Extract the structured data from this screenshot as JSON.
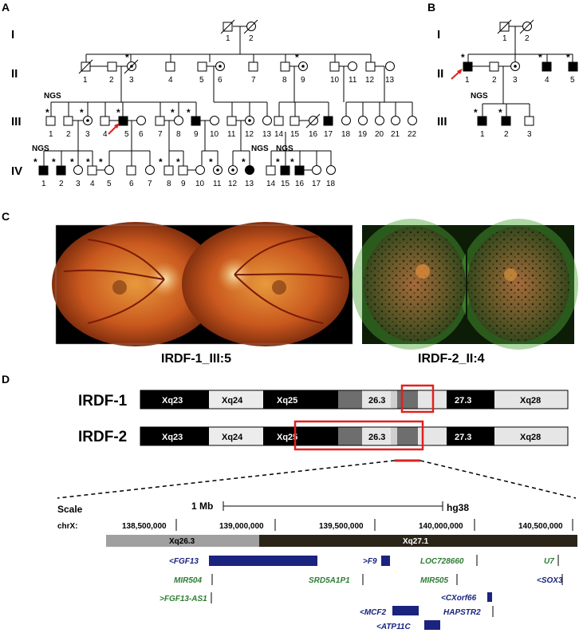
{
  "panels": {
    "a": "A",
    "b": "B",
    "c": "C",
    "d": "D"
  },
  "generations": {
    "g1": "I",
    "g2": "II",
    "g3": "III",
    "g4": "IV"
  },
  "ngs_label": "NGS",
  "star": "*",
  "pedA": {
    "I": [
      "1",
      "2"
    ],
    "II": [
      "1",
      "2",
      "3",
      "4",
      "5",
      "6",
      "7",
      "8",
      "9",
      "10",
      "11",
      "12",
      "13"
    ],
    "III": [
      "1",
      "2",
      "3",
      "4",
      "5",
      "6",
      "7",
      "8",
      "9",
      "10",
      "11",
      "12",
      "13",
      "14",
      "15",
      "16",
      "17",
      "18",
      "19",
      "20",
      "21",
      "22"
    ],
    "IV": [
      "1",
      "2",
      "3",
      "4",
      "5",
      "6",
      "7",
      "8",
      "9",
      "10",
      "11",
      "12",
      "13",
      "14",
      "15",
      "16",
      "17",
      "18"
    ]
  },
  "pedB": {
    "I": [
      "1",
      "2"
    ],
    "II": [
      "1",
      "2",
      "3",
      "4",
      "5"
    ],
    "III": [
      "1",
      "2",
      "3"
    ]
  },
  "fundus": {
    "caption1": "IRDF-1_III:5",
    "caption2": "IRDF-2_II:4"
  },
  "ideogram": {
    "row1_label": "IRDF-1",
    "row2_label": "IRDF-2",
    "bands": [
      "Xq23",
      "Xq24",
      "Xq25",
      "26.3",
      "27.3",
      "Xq28"
    ]
  },
  "browser": {
    "scale_label": "Scale",
    "scale_value": "1 Mb",
    "assembly": "hg38",
    "chr_label": "chrX:",
    "coords": [
      "138,500,000",
      "139,000,000",
      "139,500,000",
      "140,000,000",
      "140,500,000"
    ],
    "band_left": "Xq26.3",
    "band_right": "Xq27.1",
    "genes": {
      "fgf13": "<FGF13",
      "f9": ">F9",
      "loc": "LOC728660",
      "u7": "U7",
      "mir504": "MIR504",
      "srd": "SRD5A1P1",
      "mir505": "MIR505",
      "sox3": "<SOX3",
      "fgf13as": ">FGF13-AS1",
      "cxorf": "<CXorf66",
      "mcf2": "<MCF2",
      "hapstr": "HAPSTR2",
      "atp": "<ATP11C"
    }
  },
  "colors": {
    "affected": "#000000",
    "highlight": "#e02020",
    "arrow": "#e02020",
    "band_dark": "#000000",
    "band_mid": "#6e6e6e",
    "band_light": "#e6e6e6",
    "gene_blue": "#1a237e",
    "gene_green": "#2e7d32",
    "cyto_gray": "#a0a0a0",
    "cyto_dark": "#2b2418"
  }
}
